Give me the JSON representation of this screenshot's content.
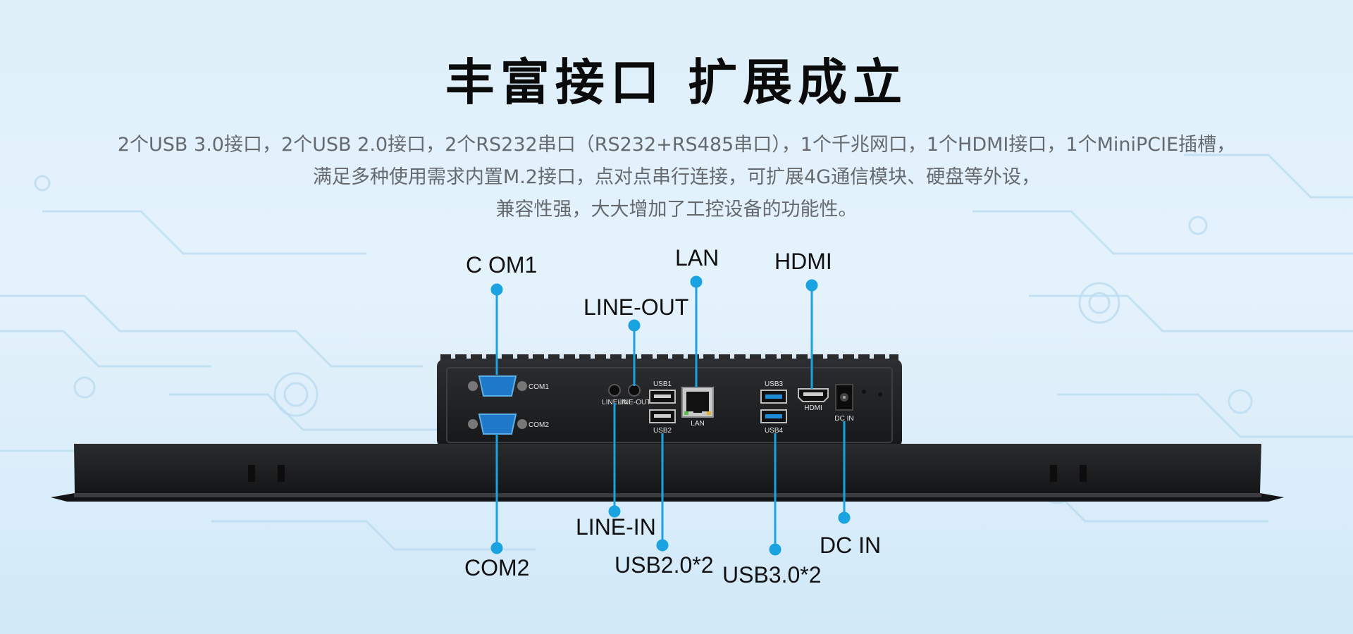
{
  "headline": "丰富接口  扩展成立",
  "description": {
    "line1": "2个USB 3.0接口，2个USB 2.0接口，2个RS232串口（RS232+RS485串口），1个千兆网口，1个HDMI接口，1个MiniPCIE插槽，",
    "line2": "满足多种使用需求内置M.2接口，点对点串行连接，可扩展4G通信模块、硬盘等外设，",
    "line3": "兼容性强，大大增加了工控设备的功能性。"
  },
  "callouts": {
    "com1": "C OM1",
    "lan": "LAN",
    "hdmi": "HDMI",
    "line_out": "LINE-OUT",
    "line_in": "LINE-IN",
    "com2": "COM2",
    "usb2": "USB2.0*2",
    "usb3": "USB3.0*2",
    "dc_in": "DC IN"
  },
  "port_labels": {
    "com1": "COM1",
    "com2": "COM2",
    "line_in": "LINE-IN",
    "line_out": "LINE-OUT",
    "usb1": "USB1",
    "usb2": "USB2",
    "lan": "LAN",
    "usb3": "USB3",
    "usb4": "USB4",
    "hdmi": "HDMI",
    "dc_in": "DC IN"
  },
  "colors": {
    "accent": "#1aa3e0",
    "device_body": "#222426",
    "background": "#dff0fb"
  }
}
